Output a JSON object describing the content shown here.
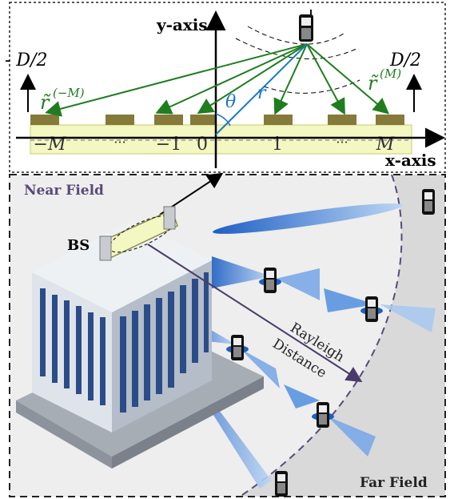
{
  "top_panel": {
    "y_axis": "y-axis",
    "x_axis": "x-axis",
    "left_half_aperture": "- D/2",
    "right_half_aperture": "D/2",
    "theta": "θ",
    "r": "r",
    "r_minus_m": "r̃",
    "r_minus_m_sup": "(−M)",
    "r_m": "r̃",
    "r_m_sup": "(M)",
    "element_labels": [
      "−M",
      "···",
      "−1",
      "0",
      "1",
      "···",
      "M"
    ]
  },
  "bottom_panel": {
    "near_field": "Near Field",
    "far_field": "Far Field",
    "bs": "BS",
    "rayleigh_1": "Rayleigh",
    "rayleigh_2": "Distance"
  },
  "colors": {
    "array_fill": "#f3f7c2",
    "element": "#857a3a",
    "green_ray": "#1f7d1f",
    "blue_ray": "#1a78c2",
    "near_field_text": "#5a4a78",
    "far_field_bg": "#d9d9d9",
    "near_field_bg": "#eeeeee",
    "beam": "#3d7fd6"
  }
}
